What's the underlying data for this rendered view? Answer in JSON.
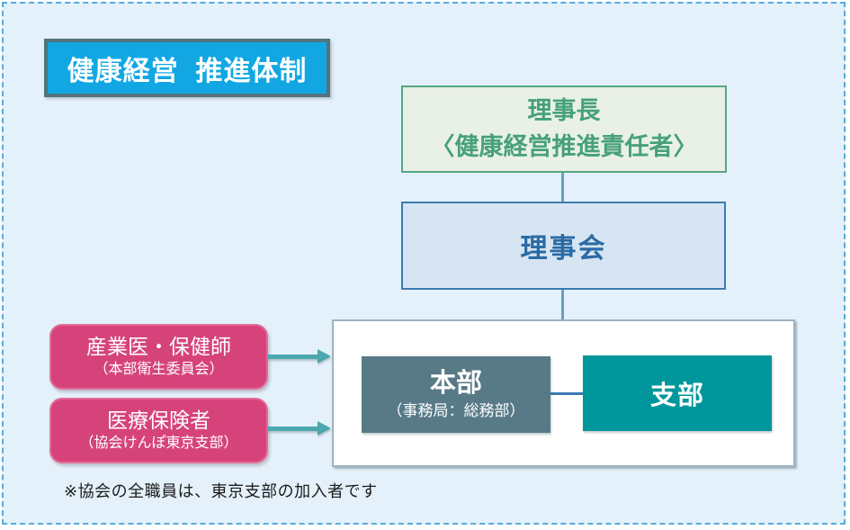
{
  "frame": {
    "background": "#E4F1FA",
    "dash_border_color": "#56ABDF"
  },
  "title": {
    "label": "健康経営  推進体制",
    "bg": "#12A7E3",
    "border": "#51747E",
    "text_color": "#FFFFFF"
  },
  "org_chart": {
    "chairman": {
      "line1": "理事長",
      "line2": "〈健康経営推進責任者〉",
      "bg": "#E9F1E6",
      "border": "#55A682",
      "text_color": "#47A178"
    },
    "board": {
      "label": "理事会",
      "bg": "#D7E5F2",
      "border": "#3B7BB0",
      "text_color": "#2A6BA4"
    },
    "headquarters": {
      "label": "本部",
      "sublabel": "（事務局：総務部）",
      "bg": "#587A87",
      "text_color": "#FFFFFF"
    },
    "branch": {
      "label": "支部",
      "bg": "#00979C",
      "text_color": "#FFFFFF"
    },
    "connector_color": "#69A0BE"
  },
  "support_boxes": {
    "bg": "#D6437A",
    "text_color": "#FFFFFF",
    "arrow_color": "#4BA7B0",
    "items": [
      {
        "label": "産業医・保健師",
        "sublabel": "（本部衛生委員会）"
      },
      {
        "label": "医療保険者",
        "sublabel": "（協会けんぽ東京支部）"
      }
    ]
  },
  "footnote": {
    "text": "※協会の全職員は、東京支部の加入者です"
  }
}
